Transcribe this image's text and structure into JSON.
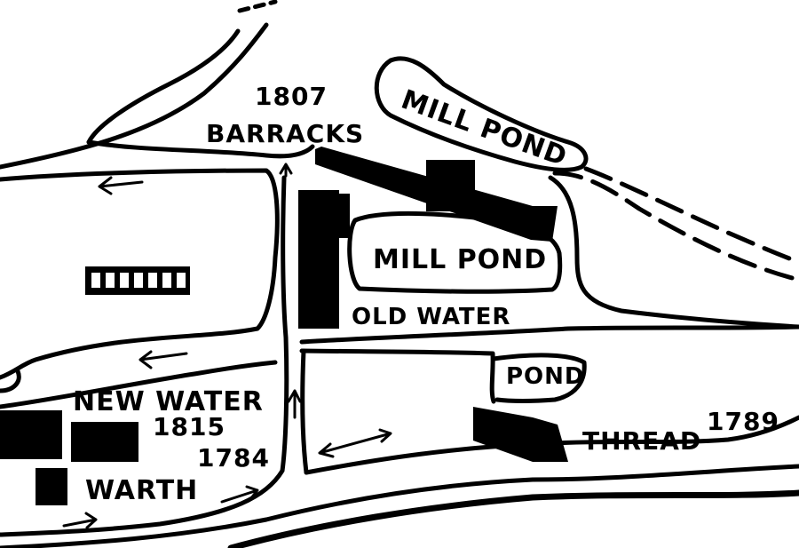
{
  "map": {
    "labels": {
      "barracks_year": "1807",
      "barracks": "BARRACKS",
      "mill_pond_upper": "MILL POND",
      "mill_pond_lower": "MILL POND",
      "old_water": "OLD WATER",
      "pond": "POND",
      "new_water": "NEW WATER",
      "new_water_year": "1815",
      "warth_year": "1784",
      "warth": "WARTH",
      "thread_year": "1789",
      "thread": "THREAD"
    },
    "colors": {
      "ink": "#000000",
      "paper": "#ffffff"
    }
  }
}
